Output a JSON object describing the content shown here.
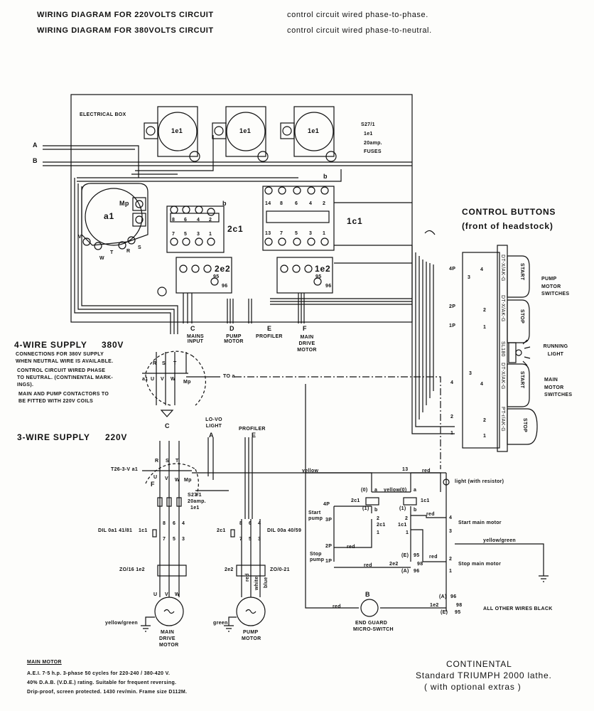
{
  "header": {
    "lines": [
      {
        "title": "WIRING DIAGRAM FOR 220VOLTS CIRCUIT",
        "note": "control circuit wired phase-to-phase."
      },
      {
        "title": "WIRING DIAGRAM FOR 380VOLTS CIRCUIT",
        "note": "control circuit wired phase-to-neutral."
      }
    ]
  },
  "electrical_box": {
    "label": "ELECTRICAL BOX",
    "fuse_label": "1e1",
    "fuse_note": [
      "S27/1",
      "1e1",
      "20amp.",
      "FUSES"
    ],
    "inputs": [
      "A",
      "B"
    ],
    "isolator": {
      "label": "a1",
      "mp": "Mp",
      "terminals": [
        "V",
        "W",
        "T",
        "R",
        "S"
      ]
    },
    "contactor_2c1": {
      "label": "2c1",
      "top": [
        "8",
        "6",
        "4",
        "2"
      ],
      "bottom": [
        "7",
        "5",
        "3",
        "1"
      ],
      "aux": "b"
    },
    "contactor_1c1": {
      "label": "1c1",
      "top": [
        "14",
        "8",
        "6",
        "4",
        "2"
      ],
      "bottom": [
        "13",
        "7",
        "5",
        "3",
        "1"
      ],
      "aux": "b"
    },
    "overload_2e2": {
      "label": "2e2",
      "t95": "95",
      "t96": "96"
    },
    "overload_1e2": {
      "label": "1e2",
      "t95": "95",
      "t96": "96"
    },
    "outputs": [
      {
        "letter": "C",
        "name": "MAINS INPUT"
      },
      {
        "letter": "D",
        "name": "PUMP MOTOR"
      },
      {
        "letter": "E",
        "name": "PROFILER"
      },
      {
        "letter": "F",
        "name": "MAIN DRIVE MOTOR"
      }
    ]
  },
  "control_buttons": {
    "title": "CONTROL BUTTONS",
    "subtitle": "(front of headstock)",
    "pump_group": "PUMP MOTOR SWITCHES",
    "running_light": "RUNNING LIGHT",
    "main_group": "MAIN MOTOR SWITCHES",
    "buttons": [
      {
        "label": "START",
        "code": "DT-X/AK-G"
      },
      {
        "label": "STOP",
        "code": "DT-X/AK-G"
      },
      {
        "label": "STOP",
        "code": "PT-r/AK-G"
      },
      {
        "label": "START",
        "code": "DT-X/AK-G"
      }
    ],
    "light_code": "SL180",
    "wire_labels": [
      "4P",
      "3",
      "4",
      "2P",
      "2",
      "1P",
      "1",
      "4",
      "3",
      "4",
      "2",
      "2",
      "1",
      "1"
    ]
  },
  "supply_380": {
    "title": "4-WIRE SUPPLY",
    "voltage": "380V",
    "notes": [
      "CONNECTIONS FOR 380V SUPPLY",
      "WHEN NEUTRAL WIRE IS AVAILABLE.",
      "CONTROL CIRCUIT WIRED PHASE",
      "TO NEUTRAL. (CONTINENTAL MARK-",
      "INGS).",
      "MAIN AND PUMP CONTACTORS TO",
      "BE FITTED WITH 220V COILS"
    ],
    "switch_top": [
      "R",
      "S",
      "T"
    ],
    "switch_bottom": [
      "U",
      "V",
      "W",
      "Mp"
    ],
    "switch_label": "a1",
    "to_a": "TO a"
  },
  "supply_220": {
    "title": "3-WIRE SUPPLY",
    "voltage": "220V",
    "input_letter": "C",
    "lovo": {
      "name": "LO-VO LIGHT",
      "letter": "A"
    },
    "profiler": {
      "name": "PROFILER",
      "letter": "E"
    },
    "switch_code": "T26-3-V a1",
    "switch_top": [
      "R",
      "S",
      "T"
    ],
    "switch_bottom": [
      "U",
      "V",
      "W",
      "Mp"
    ],
    "f_letter": "F",
    "fuse_note": [
      "S27/1",
      "20amp.",
      "1e1"
    ],
    "main_contactor": {
      "code": "DIL 0a1 41/81",
      "label": "1c1",
      "top": [
        "8",
        "6",
        "4"
      ],
      "bottom": [
        "7",
        "5",
        "3"
      ]
    },
    "pump_contactor": {
      "code": "DIL 00a 40/59",
      "label": "2c1",
      "top": [
        "8",
        "6",
        "4"
      ],
      "bottom": [
        "7",
        "5",
        "3"
      ]
    },
    "main_overload": "ZO/16 1e2",
    "pump_overload_label": "2e2",
    "pump_overload_code": "ZO/0-21",
    "main_motor_terms": [
      "U",
      "V",
      "W"
    ],
    "pump_wire_colors": [
      "red",
      "white",
      "blue"
    ],
    "main_earth": "yellow/green",
    "pump_earth": "green",
    "main_motor_name": [
      "MAIN",
      "DRIVE",
      "MOTOR"
    ],
    "pump_motor_name": [
      "PUMP",
      "MOTOR"
    ]
  },
  "control_circuit": {
    "yellow": "yellow",
    "yellow0": "yellow",
    "red": "red",
    "yellow_green": "yellow/green",
    "light": "light (with resistor)",
    "start_main": "Start main motor",
    "stop_main": "Stop main motor",
    "start_pump": [
      "Start",
      "pump"
    ],
    "stop_pump": [
      "Stop",
      "pump"
    ],
    "terms": {
      "t13": "13",
      "zero": "(0)",
      "one": "(1)",
      "a": "a",
      "b": "b",
      "c2c1": "2c1",
      "c1c1": "1c1",
      "p4": "4P",
      "p3": "3P",
      "p2": "2P",
      "p1": "1P",
      "n2": "2",
      "n1": "1",
      "n4": "4",
      "n3": "3",
      "e95": "(E)",
      "a96": "(A)",
      "t95": "95",
      "t96": "96",
      "t98": "98",
      "ov2e2": "2e2",
      "ov1e2": "1e2"
    },
    "microswitch_letter": "B",
    "microswitch_name": [
      "END GUARD",
      "MICRO-SWITCH"
    ],
    "all_other": "ALL OTHER WIRES BLACK"
  },
  "footer": {
    "make": "CONTINENTAL",
    "model": "Standard  TRIUMPH 2000 lathe.",
    "extras": "( with optional extras )"
  },
  "motor_spec": {
    "title": "MAIN MOTOR",
    "lines": [
      "A.E.I.  7·5 h.p.  3-phase   50 cycles  for   220-240 / 380-420 V.",
      "40% D.A.B. (V.D.E.) rating. Suitable for frequent reversing.",
      "Drip-proof, screen protected.  1430 rev/min.  Frame size D112M."
    ]
  },
  "colors": {
    "ink": "#111111",
    "paper": "#fdfdfb"
  }
}
